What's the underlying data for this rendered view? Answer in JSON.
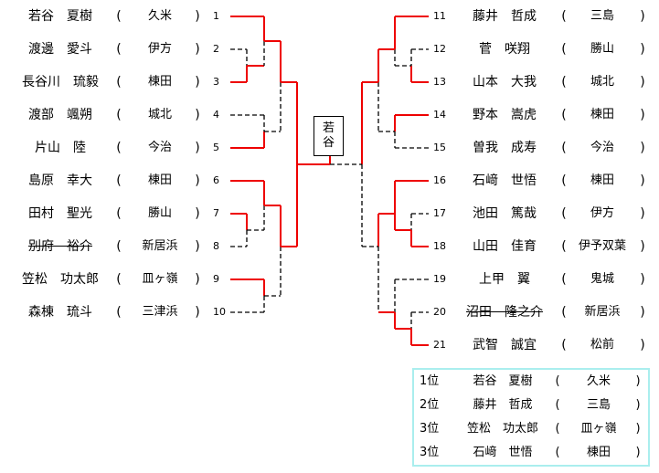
{
  "bracket": {
    "champion_label": [
      "若",
      "谷"
    ],
    "left_players": [
      {
        "num": "1",
        "name": "若谷　夏樹",
        "school": "久米",
        "withdrawn": false
      },
      {
        "num": "2",
        "name": "渡邊　愛斗",
        "school": "伊方",
        "withdrawn": false
      },
      {
        "num": "3",
        "name": "長谷川　琉毅",
        "school": "棟田",
        "withdrawn": false
      },
      {
        "num": "4",
        "name": "渡部　颯朔",
        "school": "城北",
        "withdrawn": false
      },
      {
        "num": "5",
        "name": "片山　陸",
        "school": "今治",
        "withdrawn": false
      },
      {
        "num": "6",
        "name": "島原　幸大",
        "school": "棟田",
        "withdrawn": false
      },
      {
        "num": "7",
        "name": "田村　聖光",
        "school": "勝山",
        "withdrawn": false
      },
      {
        "num": "8",
        "name": "別府　裕介",
        "school": "新居浜",
        "withdrawn": true
      },
      {
        "num": "9",
        "name": "笠松　功太郎",
        "school": "皿ヶ嶺",
        "withdrawn": false
      },
      {
        "num": "10",
        "name": "森棟　琉斗",
        "school": "三津浜",
        "withdrawn": false
      }
    ],
    "right_players": [
      {
        "num": "11",
        "name": "藤井　哲成",
        "school": "三島",
        "withdrawn": false
      },
      {
        "num": "12",
        "name": "菅　咲翔",
        "school": "勝山",
        "withdrawn": false
      },
      {
        "num": "13",
        "name": "山本　大我",
        "school": "城北",
        "withdrawn": false
      },
      {
        "num": "14",
        "name": "野本　嵩虎",
        "school": "棟田",
        "withdrawn": false
      },
      {
        "num": "15",
        "name": "曽我　成寿",
        "school": "今治",
        "withdrawn": false
      },
      {
        "num": "16",
        "name": "石﨑　世悟",
        "school": "棟田",
        "withdrawn": false
      },
      {
        "num": "17",
        "name": "池田　篤哉",
        "school": "伊方",
        "withdrawn": false
      },
      {
        "num": "18",
        "name": "山田　佳育",
        "school": "伊予双葉",
        "withdrawn": false
      },
      {
        "num": "19",
        "name": "上甲　翼",
        "school": "鬼城",
        "withdrawn": false
      },
      {
        "num": "20",
        "name": "沼田　隆之介",
        "school": "新居浜",
        "withdrawn": true
      },
      {
        "num": "21",
        "name": "武智　誠宜",
        "school": "松前",
        "withdrawn": false
      }
    ]
  },
  "results": [
    {
      "rank": "1位",
      "name": "若谷　夏樹",
      "school": "久米"
    },
    {
      "rank": "2位",
      "name": "藤井　哲成",
      "school": "三島"
    },
    {
      "rank": "3位",
      "name": "笠松　功太郎",
      "school": "皿ヶ嶺"
    },
    {
      "rank": "3位",
      "name": "石﨑　世悟",
      "school": "棟田"
    }
  ],
  "colors": {
    "winner_line": "#ee0000",
    "loser_line": "#000000",
    "results_border": "#aaeeee"
  }
}
